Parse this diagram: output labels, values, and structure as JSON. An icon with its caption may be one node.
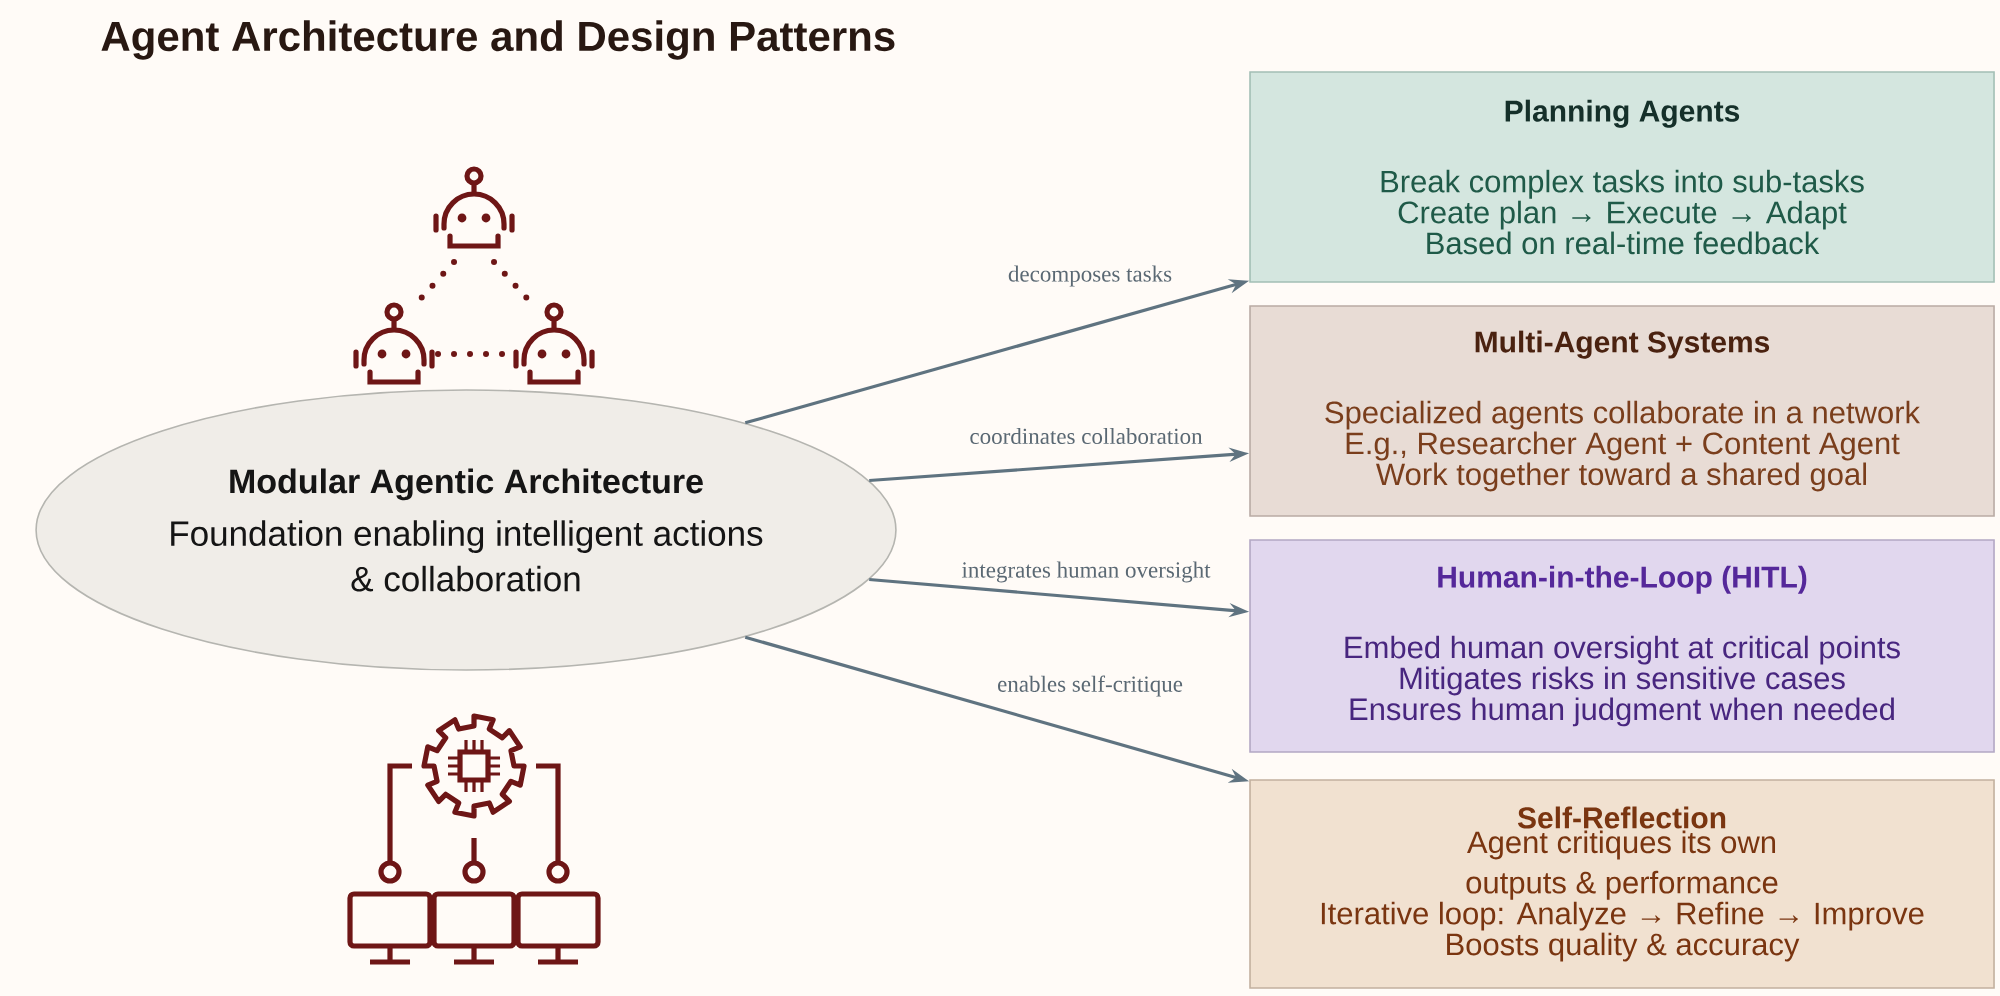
{
  "diagram": {
    "title": "Agent Architecture and Design Patterns",
    "nodes": [
      {
        "text": [
          "Modular Agentic Architecture",
          "Foundation enabling intelligent actions & collaboration"
        ]
      },
      {
        "text": [
          "Planning Agents",
          "Break complex tasks into sub-tasks",
          "Create plan → Execute → Adapt",
          "Based on real-time feedback"
        ]
      },
      {
        "text": [
          "Multi-Agent Systems",
          "Specialized agents collaborate in a network",
          "E.g., Researcher Agent + Content Agent",
          "Work together toward a shared goal"
        ]
      },
      {
        "text": [
          "Human-in-the-Loop (HITL)",
          "Embed human oversight at critical points",
          "Mitigates risks in sensitive cases",
          "Ensures human judgment when needed"
        ]
      },
      {
        "text": [
          "Self-Reflection",
          "Agent critiques its own outputs & performance",
          "Iterative loop: Analyze → Refine → Improve",
          "Boosts quality & accuracy"
        ]
      }
    ],
    "edges": [
      {
        "from": 0,
        "to": 1,
        "arrow": "to",
        "label": "decomposes tasks"
      },
      {
        "from": 0,
        "to": 2,
        "arrow": "to",
        "label": "coordinates collaboration"
      },
      {
        "from": 0,
        "to": 3,
        "arrow": "to",
        "label": "integrates human oversight"
      },
      {
        "from": 0,
        "to": 4,
        "arrow": "to",
        "label": "enables self-critique"
      }
    ]
  }
}
